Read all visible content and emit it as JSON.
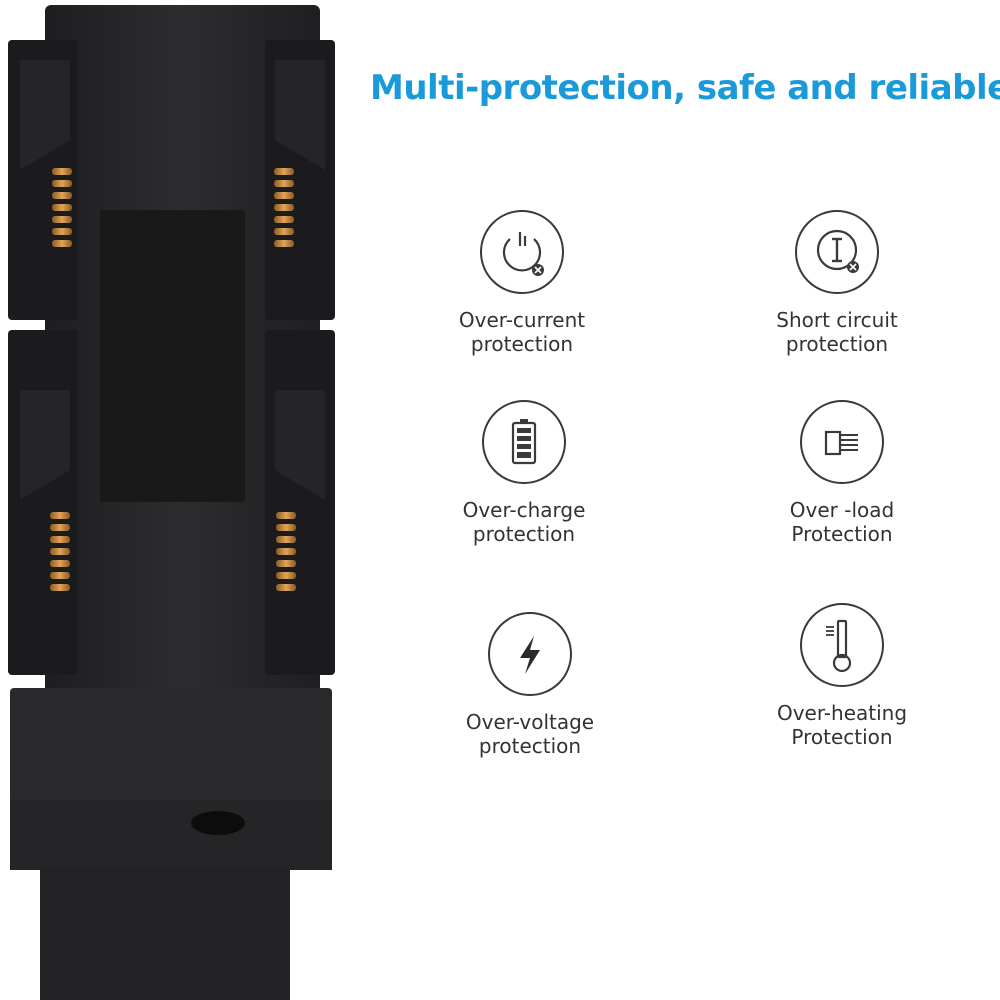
{
  "headline": "Multi-protection, safe and reliable",
  "features": [
    {
      "icon": "power-warning-icon",
      "line1": "Over-current",
      "line2": "protection"
    },
    {
      "icon": "current-symbol-icon",
      "line1": "Short circuit",
      "line2": "protection"
    },
    {
      "icon": "battery-icon",
      "line1": "Over-charge",
      "line2": "protection"
    },
    {
      "icon": "load-plug-icon",
      "line1": "Over -load",
      "line2": "Protection"
    },
    {
      "icon": "lightning-icon",
      "line1": "Over-voltage",
      "line2": "protection"
    },
    {
      "icon": "thermometer-icon",
      "line1": "Over-heating",
      "line2": "Protection"
    }
  ],
  "colors": {
    "headline": "#1a9ad9",
    "icon_stroke": "#3a3a3a",
    "product_body": "#2a2a2c",
    "pins": "#c88a3c"
  }
}
